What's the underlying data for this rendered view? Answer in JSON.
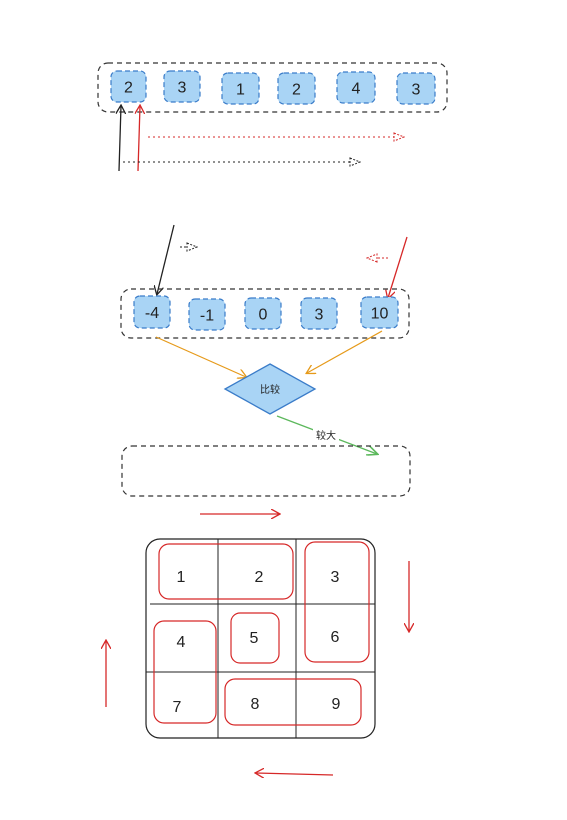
{
  "array1": {
    "values": [
      "2",
      "3",
      "1",
      "2",
      "4",
      "3"
    ]
  },
  "array2": {
    "values": [
      "-4",
      "-1",
      "0",
      "3",
      "10"
    ]
  },
  "compare": {
    "diamond_label": "比较",
    "edge_label": "较大"
  },
  "grid": {
    "cells": [
      "1",
      "2",
      "3",
      "4",
      "5",
      "6",
      "7",
      "8",
      "9"
    ]
  },
  "colors": {
    "cell_fill": "#a9d4f5",
    "cell_stroke": "#3a7cc9",
    "diamond_fill": "#a9d4f5",
    "red": "#d62828",
    "orange": "#e69a1a",
    "green": "#5cb85c",
    "dark": "#222222"
  }
}
